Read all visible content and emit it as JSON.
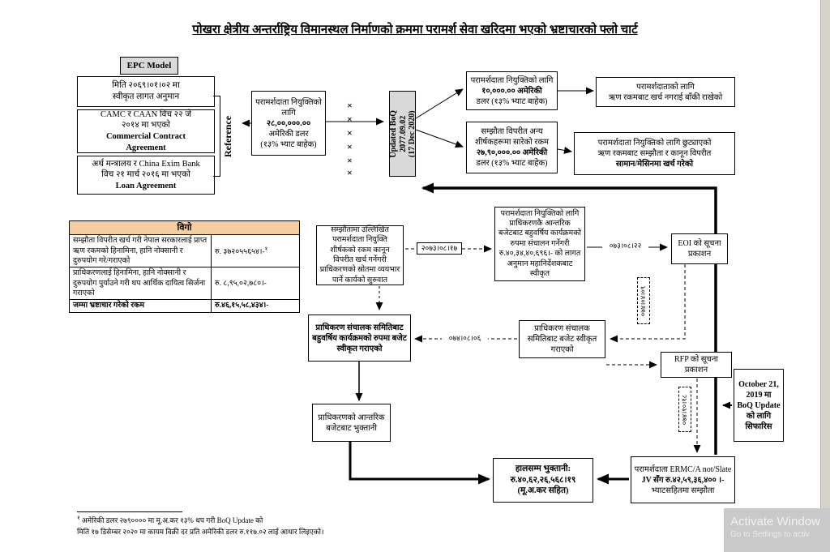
{
  "title": "पोखरा क्षेत्रीय अन्तर्राष्ट्रिय विमानस्थल निर्माणको क्रममा परामर्श सेवा खरिदमा भएको भ्रष्टाचारको फ्लो चार्ट",
  "symbols": {
    "cross": "×"
  },
  "reference": {
    "epc_label": "EPC Model",
    "label": "Reference",
    "cost_estimate": {
      "l1": "मिति २०६९।०१।०२  मा",
      "l2": "स्वीकृत लागत अनुमान"
    },
    "commercial": {
      "l1": "CAMC र CAAN विच २२ जे",
      "l2": "२०१४ मा भएको",
      "l3": "Commercial Contract",
      "l4": "Agreement"
    },
    "loan": {
      "l1": "अर्थ मन्त्रालय र China Exim Bank",
      "l2": "विच २१ मार्च २०१६ मा भएको",
      "l3": "Loan Agreement"
    }
  },
  "consultant_fee": {
    "l1": "परामर्शदाता नियुक्तिको",
    "l2": "लागि",
    "amount": "२८,००,०००.००",
    "l3": "अमेरिकी डलर",
    "l4": "(१३% भ्याट बाहेक)"
  },
  "updated_boq": {
    "l1": "Updated BoQ",
    "l2": "2077.09.02",
    "l3": "(17 Dec 2020)"
  },
  "split": {
    "remainder": {
      "l1": "परामर्शदाता नियुक्तिको लागि",
      "l2": "१०,०००.०० अमेरिकी",
      "l3": "डलर (१३% भ्याट बाहेक)"
    },
    "remainder_result": {
      "l1": "परामर्शदाताको लागि",
      "l2": "ऋण रकमबाट खर्च नगराई बाँकी राखेको"
    },
    "diverted": {
      "l1": "सम्झौता विपरीत अन्य",
      "l2": "शीर्षकहरूमा सारेको रकम",
      "l3": "२७,९०,०००.०० अमेरिकी",
      "l4": "डलर (१३% भ्याट बाहेक)"
    },
    "diverted_result": {
      "l1": "परामर्शदाता नियुक्तिको लागि छुट्याएको",
      "l2": "ऋण रकमबाट सम्झौता र कानून विपरीत",
      "l3": "सामान/मेसिनमा खर्च गरेको"
    }
  },
  "bigo": {
    "header": "विगो",
    "rows": [
      {
        "desc": "सम्झौता विपरीत खर्च गरी नेपाल सरकारलाई प्राप्त ऋण रकमको हिनामिना, हानि नोक्सानी र दुरुपयोग गरे/गराएको",
        "amount": "रु. ३७२०५५६५४।-",
        "footnote_mark": "१"
      },
      {
        "desc": "प्राधिकरणलाई हिनामिना, हानि नोक्सानी र दुरुपयोग पुर्याउने गरी थप आर्थिक दायित्व सिर्जना गराएको",
        "amount": "रु. ८,९५,०२,७८०।-",
        "footnote_mark": ""
      },
      {
        "desc": "जम्मा भ्रष्टाचार गरेको रकम",
        "amount": "रु.४६,१५,५८,४३४।-",
        "footnote_mark": ""
      }
    ]
  },
  "flow": {
    "start": "सम्झौतामा उल्लिखित परामर्शदाता नियुक्ति शीर्षकको रकम कानून विपरीत खर्च गर्नेगरी प्राधिकरणको स्रोतमा व्ययभार पार्ने कार्यको सुरुवात",
    "estimate_approved": "परामर्शदाता नियुक्तिको लागि प्राधिकरणकै आन्तरिक बजेटबाट बहुवर्षिय कार्यक्रमको रुपमा संचालन गर्नेगरी रु.४०,३४,४०,६९६।- को लागत अनुमान महानिर्देशकबाट स्वीकृत",
    "eoi": "EOI को सूचना प्रकाशन",
    "board_budget": "प्राधिकरण संचालक समितिबाट बजेट स्वीकृत गराएको",
    "multiyear_budget": "प्राधिकरण संचालक समितिबाट बहुवर्षिय कार्यक्रमको रुपमा बजेट स्वीकृत गराएको",
    "rfp": "RFP को सूचना प्रकाशन",
    "october": {
      "l1": "October 21,",
      "l2": "2019 मा",
      "l3": "BoQ Update",
      "l4": "को लागि",
      "l5": "सिफारिस"
    },
    "internal_payment": "प्राधिकरणको आन्तरिक बजेटबाट भुक्तानी",
    "payment": {
      "l1": "हालसम्म भुक्तानी:",
      "l2": "रु.४०,६२,२६,५६८।१९",
      "l3": "(मू.अ.कर सहित)"
    },
    "contract": {
      "l1": "परामर्शदाता ERMC/A not/Slate",
      "l2": "JV सँग रु.४२,५९,३६,४०० ।-",
      "l3": "भ्याटसहितमा सम्झौता"
    }
  },
  "dates": {
    "d1": "२०७३।०८।१७",
    "d2": "०७३।०८।२२",
    "d3": "०७४।०४।०९",
    "d4": "०७४।०८।०६",
    "d5": "०७४।१०।१८"
  },
  "footnote": {
    "mark": "१",
    "l1": "अमेरिकी डलर २७९०००० मा मू.अ.कर १३% थप गरी BoQ Update को",
    "l2": "मिति १७ डिसेम्बर २०२० मा कायम विक्री दर प्रति अमेरिकी डलर रु.११७.०२ लाई आधार लिइएको।"
  },
  "watermark": {
    "l1": "Activate Window",
    "l2": "Go to Settings to activ"
  }
}
